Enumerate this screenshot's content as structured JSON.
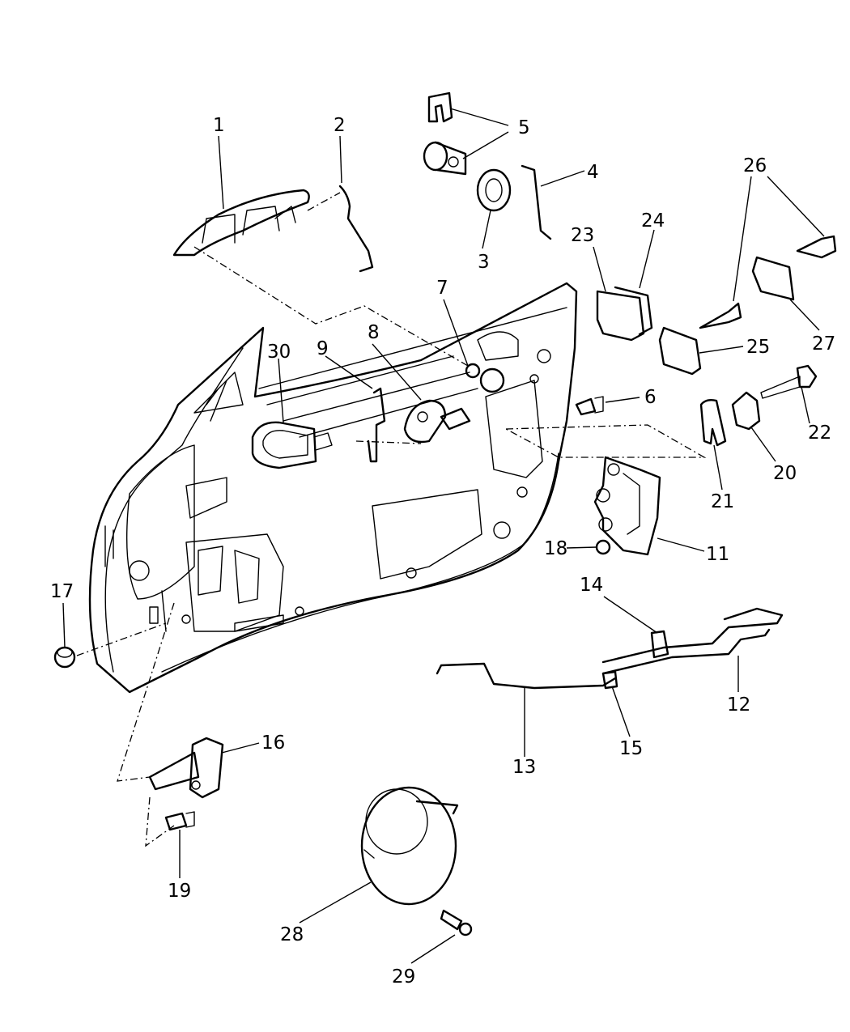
{
  "callouts": {
    "c1": "1",
    "c2": "2",
    "c3": "3",
    "c4": "4",
    "c5": "5",
    "c6": "6",
    "c7": "7",
    "c8": "8",
    "c9": "9",
    "c11": "11",
    "c12": "12",
    "c13": "13",
    "c14": "14",
    "c15": "15",
    "c16": "16",
    "c17": "17",
    "c18": "18",
    "c19": "19",
    "c20": "20",
    "c21": "21",
    "c22": "22",
    "c23": "23",
    "c24": "24",
    "c25": "25",
    "c26": "26",
    "c27": "27",
    "c28": "28",
    "c29": "29",
    "c30": "30"
  }
}
